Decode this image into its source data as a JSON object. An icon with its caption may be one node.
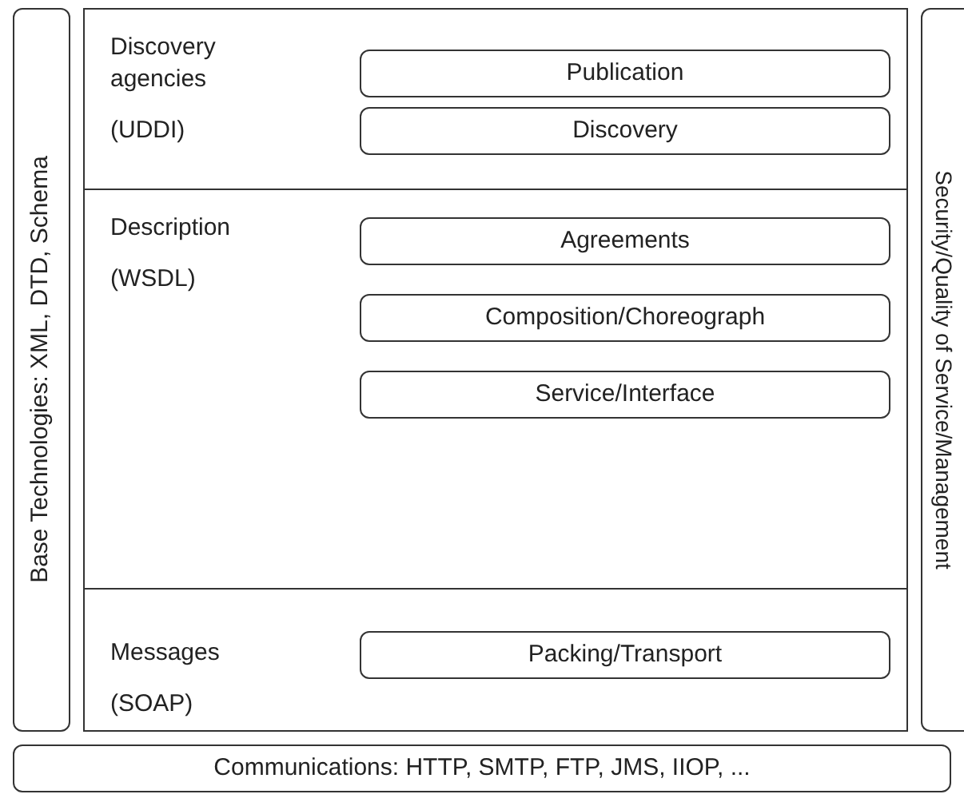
{
  "diagram": {
    "nodes": [
      {
        "text": [
          "Base Technologies: XML, DTD, Schema"
        ]
      },
      {
        "text": [
          "Discovery agencies",
          "(UDDI)"
        ]
      },
      {
        "text": [
          "Publication"
        ],
        "in": 1
      },
      {
        "text": [
          "Discovery"
        ],
        "in": 1
      },
      {
        "text": [
          "Description",
          "(WSDL)"
        ]
      },
      {
        "text": [
          "Agreements"
        ],
        "in": 4
      },
      {
        "text": [
          "Composition/Choreograph"
        ],
        "in": 4
      },
      {
        "text": [
          "Service/Interface"
        ],
        "in": 4
      },
      {
        "text": [
          "Messages",
          "(SOAP)"
        ]
      },
      {
        "text": [
          "Packing/Transport"
        ],
        "in": 8
      },
      {
        "text": [
          "Security/Quality of Service/Management"
        ]
      },
      {
        "text": [
          "Communications: HTTP, SMTP, FTP, JMS, IIOP, ..."
        ]
      }
    ],
    "edges": []
  }
}
